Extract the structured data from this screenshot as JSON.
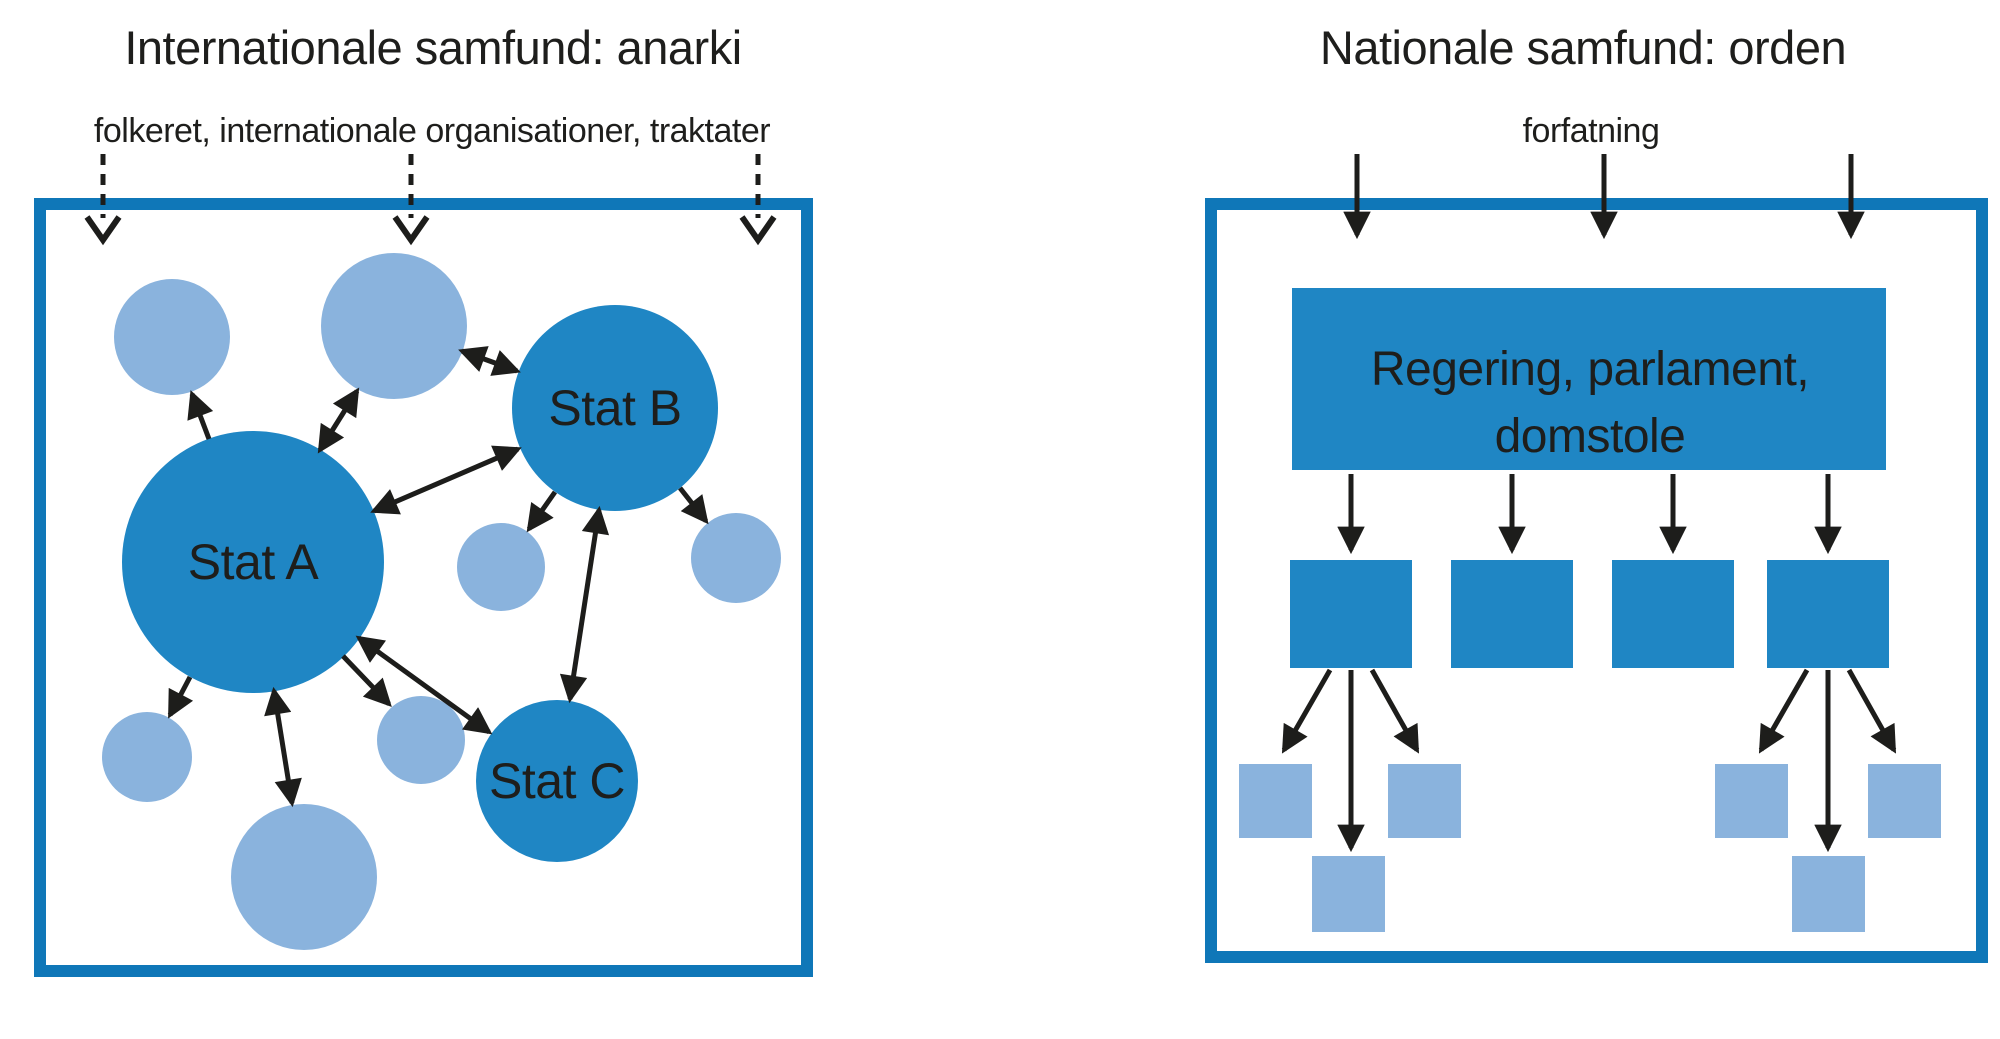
{
  "figure": {
    "left": {
      "title": "Internationale samfund: anarki",
      "subtitle": "folkeret, internationale organisationer, traktater",
      "node_a": "Stat A",
      "node_b": "Stat B",
      "node_c": "Stat C"
    },
    "right": {
      "title": "Nationale samfund: orden",
      "subtitle": "forfatning",
      "org_line1": "Regering, parlament,",
      "org_line2": "domstole"
    },
    "colors": {
      "dark_blue": "#1f86c4",
      "light_blue": "#8ab3dd",
      "border_blue": "#0f77b8",
      "arrow_black": "#1d1d1b",
      "text_dark": "#1e1e1c"
    }
  }
}
